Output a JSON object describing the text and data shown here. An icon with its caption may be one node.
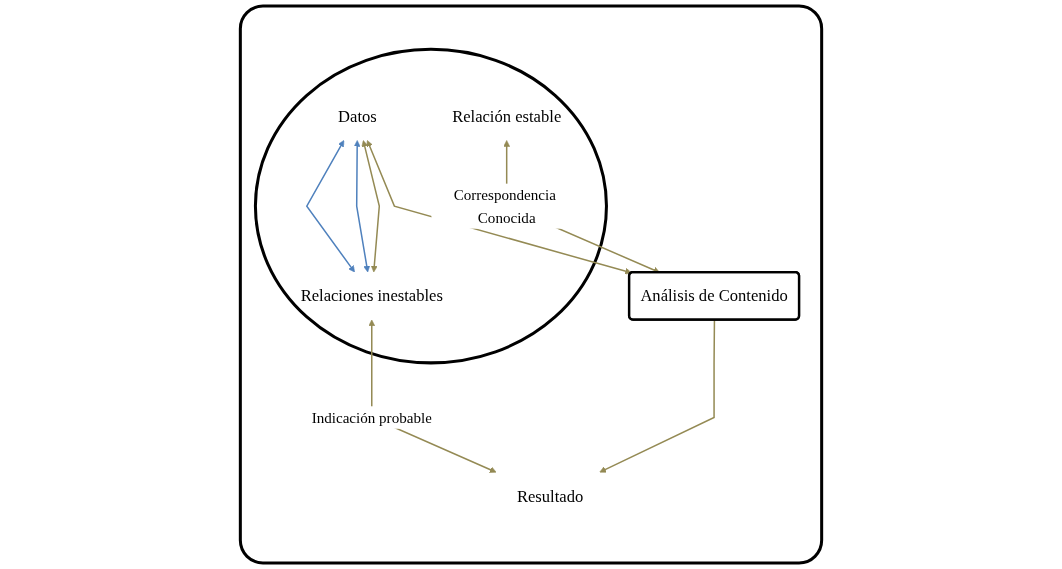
{
  "diagram": {
    "nodes": [
      {
        "text": [],
        "shape": "box"
      },
      {
        "text": [],
        "shape": "ellipse",
        "in": 0
      },
      {
        "text": [
          "Relaciones inestables"
        ],
        "in": 1
      },
      {
        "text": [
          "Relación estable"
        ],
        "in": 1
      },
      {
        "text": [
          "Datos"
        ],
        "in": 1
      },
      {
        "text": [
          "Resultado"
        ],
        "in": 0
      },
      {
        "text": [
          "Análisis de Contenido"
        ],
        "in": 0
      }
    ],
    "edges": [
      {
        "from": 4,
        "to": 2,
        "arrow": "both",
        "color": "#4f81bd"
      },
      {
        "from": 4,
        "to": 2,
        "arrow": "both",
        "color": "#4f81bd"
      },
      {
        "from": 4,
        "to": 2,
        "arrow": "both"
      },
      {
        "from": 2,
        "to": 5,
        "arrow": "both",
        "label": "Indicación probable"
      },
      {
        "from": 3,
        "to": 6,
        "arrow": "both",
        "label": "Correspondencia Conocida"
      },
      {
        "from": 4,
        "to": 6,
        "arrow": "both"
      },
      {
        "from": 6,
        "to": 5,
        "arrow": "to"
      }
    ]
  }
}
